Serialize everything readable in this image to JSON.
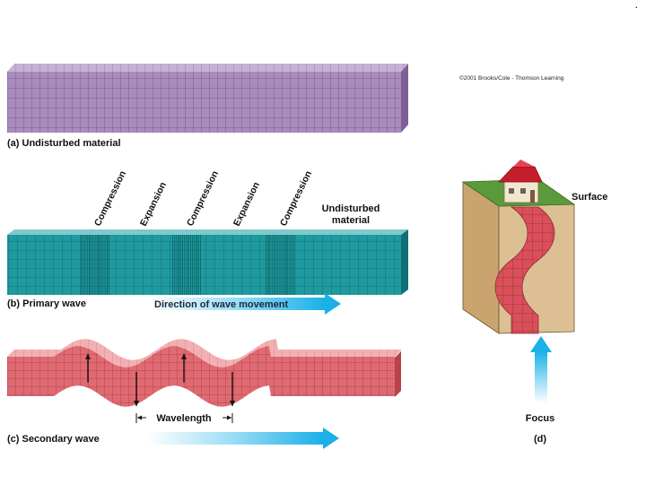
{
  "copyright": "©2001 Brooks/Cole - Thomson Learning",
  "panel_a": {
    "caption": "(a) Undisturbed material"
  },
  "panel_b": {
    "caption": "(b) Primary wave",
    "zone_labels": [
      "Compression",
      "Expansion",
      "Compression",
      "Expansion",
      "Compression"
    ],
    "undisturbed_line1": "Undisturbed",
    "undisturbed_line2": "material",
    "direction_label": "Direction of wave movement"
  },
  "panel_c": {
    "caption": "(c) Secondary wave",
    "wavelength_label": "Wavelength"
  },
  "panel_d": {
    "caption": "(d)",
    "surface_label": "Surface",
    "focus_label": "Focus"
  },
  "colors": {
    "undisturbed": "#a98cbb",
    "primary": "#1f9a9e",
    "secondary": "#e06a72",
    "arrow": "#1ab0e8",
    "grass": "#5a9a3a",
    "soil": "#d7b98a",
    "roof": "#c41e2a"
  }
}
